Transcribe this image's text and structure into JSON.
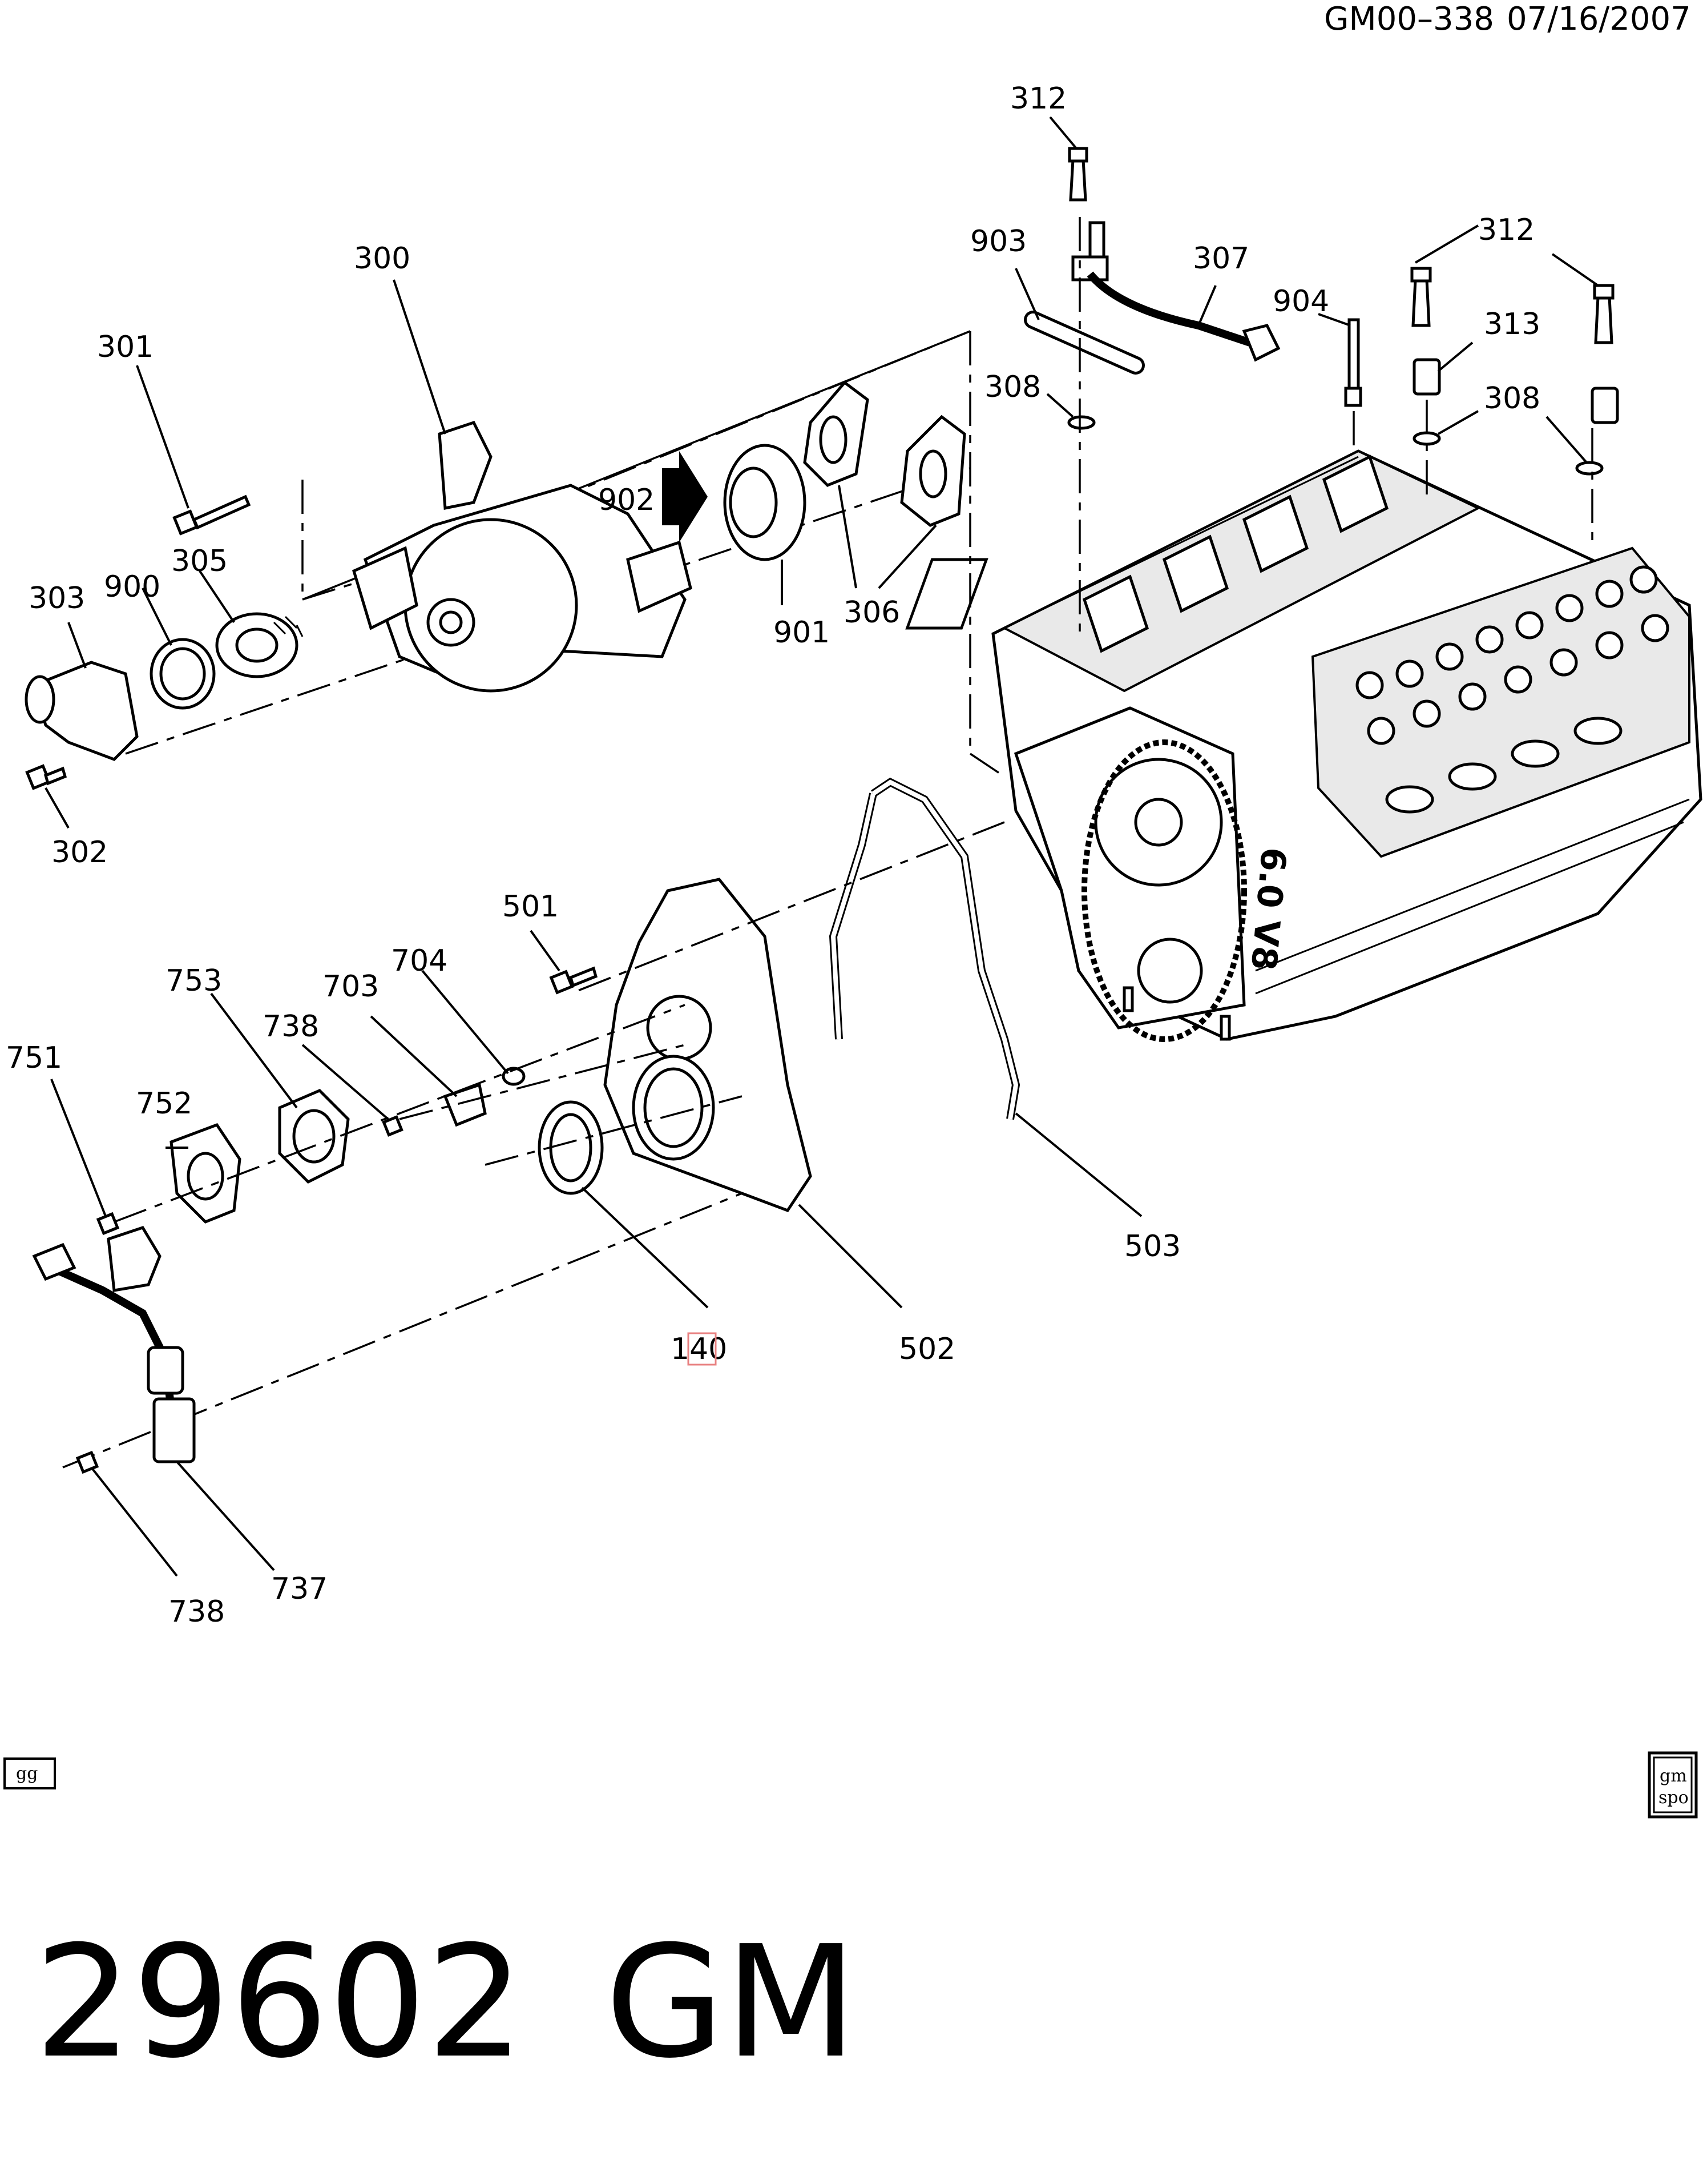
{
  "header": {
    "code": "GM00–338",
    "date": "07/16/2007"
  },
  "footer": {
    "big_number": "29602",
    "big_brand": "GM",
    "logo_left": "gg",
    "logo_right": [
      "gm",
      "spo"
    ]
  },
  "callouts": [
    {
      "id": "c312a",
      "text": "312"
    },
    {
      "id": "c903",
      "text": "903"
    },
    {
      "id": "c307",
      "text": "307"
    },
    {
      "id": "c312b",
      "text": "312"
    },
    {
      "id": "c904",
      "text": "904"
    },
    {
      "id": "c313",
      "text": "313"
    },
    {
      "id": "c308a",
      "text": "308"
    },
    {
      "id": "c308b",
      "text": "308"
    },
    {
      "id": "c300",
      "text": "300"
    },
    {
      "id": "c301",
      "text": "301"
    },
    {
      "id": "c902",
      "text": "902"
    },
    {
      "id": "c305",
      "text": "305"
    },
    {
      "id": "c900",
      "text": "900"
    },
    {
      "id": "c303",
      "text": "303"
    },
    {
      "id": "c901",
      "text": "901"
    },
    {
      "id": "c306",
      "text": "306"
    },
    {
      "id": "c302",
      "text": "302"
    },
    {
      "id": "c501",
      "text": "501"
    },
    {
      "id": "c753",
      "text": "753"
    },
    {
      "id": "c704",
      "text": "704"
    },
    {
      "id": "c703",
      "text": "703"
    },
    {
      "id": "c738a",
      "text": "738"
    },
    {
      "id": "c751",
      "text": "751"
    },
    {
      "id": "c752",
      "text": "752"
    },
    {
      "id": "c503",
      "text": "503"
    },
    {
      "id": "c140",
      "text": "140"
    },
    {
      "id": "c502",
      "text": "502"
    },
    {
      "id": "c737",
      "text": "737"
    },
    {
      "id": "c738b",
      "text": "738"
    }
  ],
  "engine_marking": "6.0 V8"
}
